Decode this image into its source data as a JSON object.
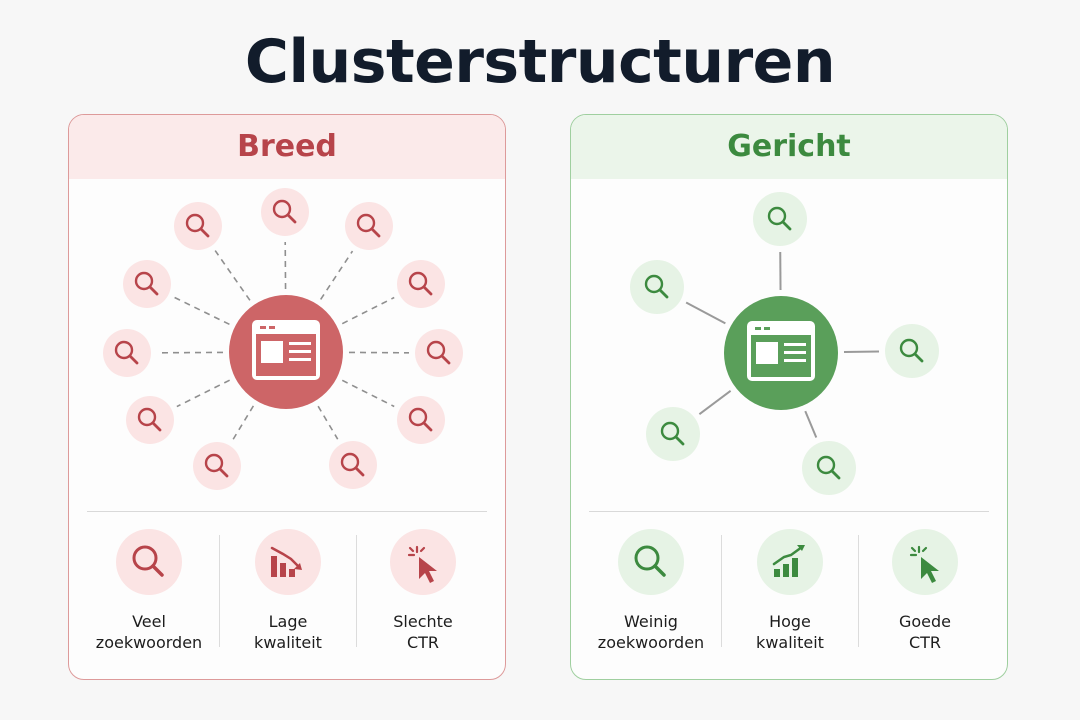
{
  "title": "Clusterstructuren",
  "colors": {
    "red_accent": "#b7444a",
    "red_hub": "#cd6567",
    "red_light": "#fbe4e4",
    "green_accent": "#3c8a3f",
    "green_hub": "#5a9f5a",
    "green_light": "#e6f3e5"
  },
  "panels": [
    {
      "id": "left",
      "heading": "Breed",
      "hub_icon": "webpage-icon",
      "node_icon": "search-icon",
      "link_style": "dashed",
      "features": [
        {
          "icon": "search-icon",
          "line1": "Veel",
          "line2": "zoekwoorden"
        },
        {
          "icon": "bar-chart-down-icon",
          "line1": "Lage",
          "line2": "kwaliteit"
        },
        {
          "icon": "cursor-click-icon",
          "line1": "Slechte",
          "line2": "CTR"
        }
      ]
    },
    {
      "id": "right",
      "heading": "Gericht",
      "hub_icon": "webpage-icon",
      "node_icon": "search-icon",
      "link_style": "solid",
      "features": [
        {
          "icon": "search-icon",
          "line1": "Weinig",
          "line2": "zoekwoorden"
        },
        {
          "icon": "bar-chart-up-icon",
          "line1": "Hoge",
          "line2": "kwaliteit"
        },
        {
          "icon": "cursor-click-icon",
          "line1": "Goede",
          "line2": "CTR"
        }
      ]
    }
  ]
}
